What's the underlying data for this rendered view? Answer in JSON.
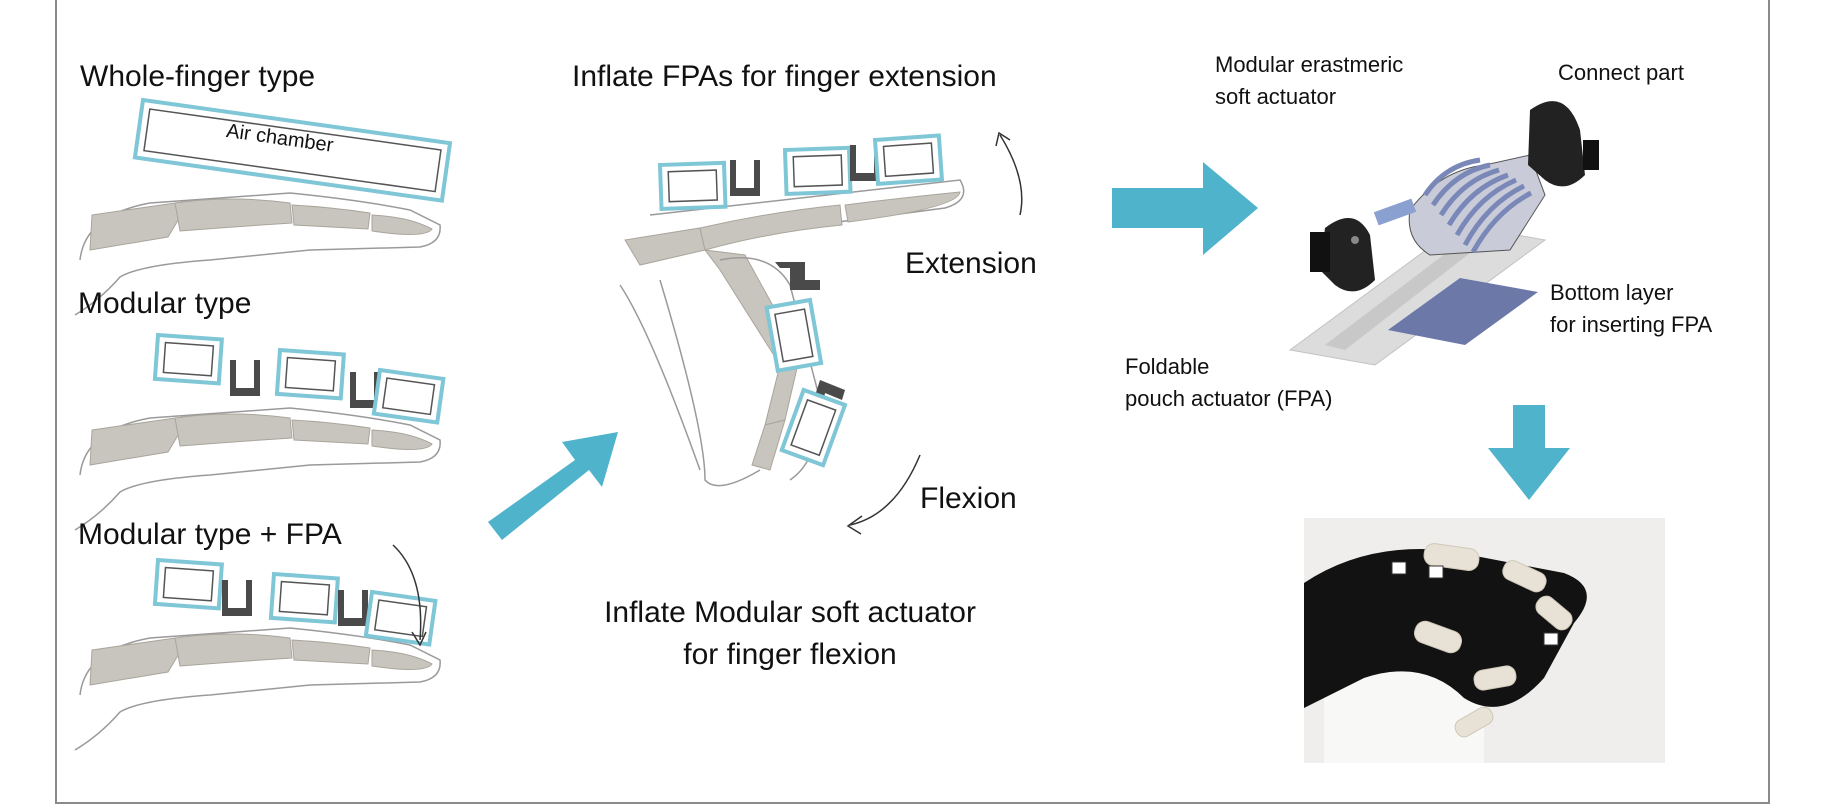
{
  "panels": {
    "left": {
      "whole_finger_title": "Whole-finger type",
      "air_chamber_label": "Air chamber",
      "modular_title": "Modular type",
      "modular_fpa_title": "Modular type + FPA"
    },
    "middle": {
      "extension_caption": "Inflate FPAs for finger extension",
      "extension_label": "Extension",
      "flexion_label": "Flexion",
      "flexion_caption_line1": "Inflate Modular soft actuator",
      "flexion_caption_line2": "for finger flexion"
    },
    "right": {
      "actuator_label_line1": "Modular erastmeric",
      "actuator_label_line2": "soft actuator",
      "connect_part_label": "Connect part",
      "bottom_layer_line1": "Bottom layer",
      "bottom_layer_line2": "for inserting FPA",
      "fpa_label_line1": "Foldable",
      "fpa_label_line2": "pouch actuator (FPA)"
    }
  },
  "colors": {
    "arrow": "#4fb3cc",
    "chamber_outline": "#7fc6d6",
    "bone": "#c8c5be",
    "connector": "#4a4a4a",
    "fpa_pad": "#6b78a8"
  }
}
